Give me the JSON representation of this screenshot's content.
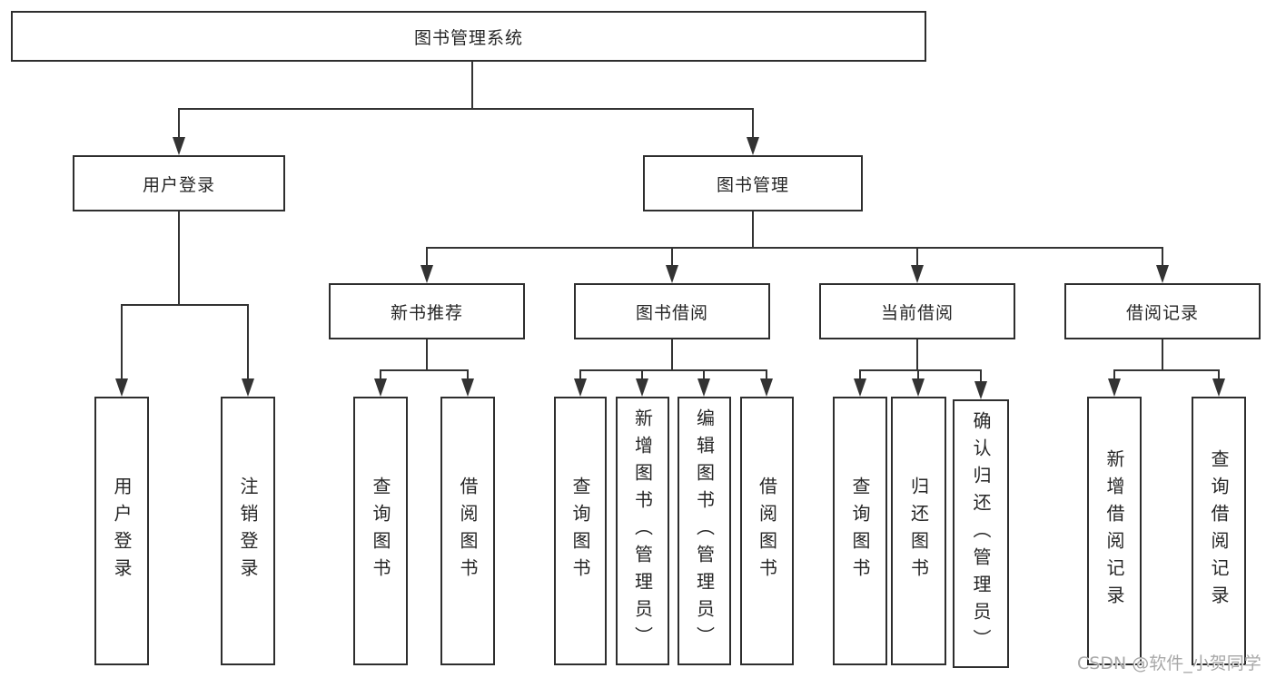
{
  "watermark": "CSDN @软件_小贺同学",
  "colors": {
    "line": "#333333",
    "box_border": "#2e2e2e",
    "text": "#262626",
    "watermark": "#a8a8a8",
    "background": "#ffffff"
  },
  "tree": {
    "root": {
      "label": "图书管理系统"
    },
    "branches": [
      {
        "label": "用户登录",
        "children": [
          {
            "label": "用户登录"
          },
          {
            "label": "注销登录"
          }
        ]
      },
      {
        "label": "图书管理",
        "children": [
          {
            "label": "新书推荐",
            "children": [
              {
                "label": "查询图书"
              },
              {
                "label": "借阅图书"
              }
            ]
          },
          {
            "label": "图书借阅",
            "children": [
              {
                "label": "查询图书"
              },
              {
                "label": "新增图书（管理员）"
              },
              {
                "label": "编辑图书（管理员）"
              },
              {
                "label": "借阅图书"
              }
            ]
          },
          {
            "label": "当前借阅",
            "children": [
              {
                "label": "查询图书"
              },
              {
                "label": "归还图书"
              },
              {
                "label": "确认归还（管理员）"
              }
            ]
          },
          {
            "label": "借阅记录",
            "children": [
              {
                "label": "新增借阅记录"
              },
              {
                "label": "查询借阅记录"
              }
            ]
          }
        ]
      }
    ]
  }
}
